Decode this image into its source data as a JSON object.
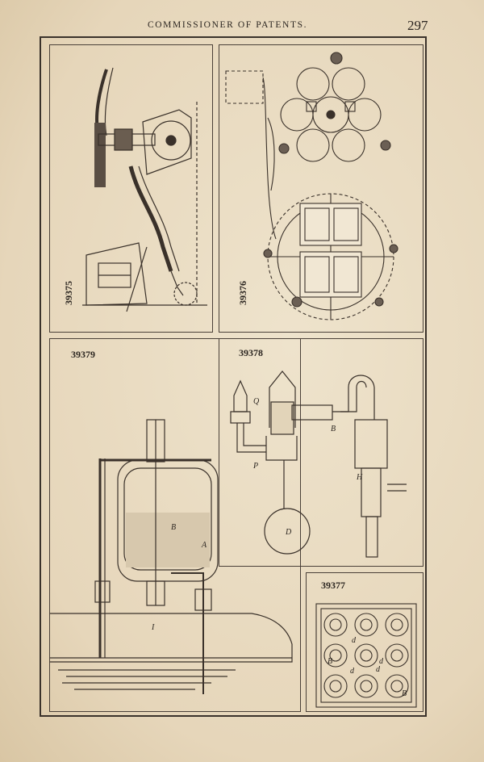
{
  "header": {
    "running_head": "COMMISSIONER OF PATENTS.",
    "page_number": "297"
  },
  "figures": {
    "fig_39375": {
      "number": "39375"
    },
    "fig_39376": {
      "number": "39376"
    },
    "fig_39379": {
      "number": "39379",
      "labels": [
        "A",
        "B",
        "I"
      ]
    },
    "fig_39378": {
      "number": "39378",
      "labels": [
        "Q",
        "B",
        "P",
        "D",
        "H"
      ]
    },
    "fig_39377": {
      "number": "39377",
      "labels": [
        "d",
        "d",
        "d",
        "d",
        "B",
        "B"
      ]
    }
  }
}
